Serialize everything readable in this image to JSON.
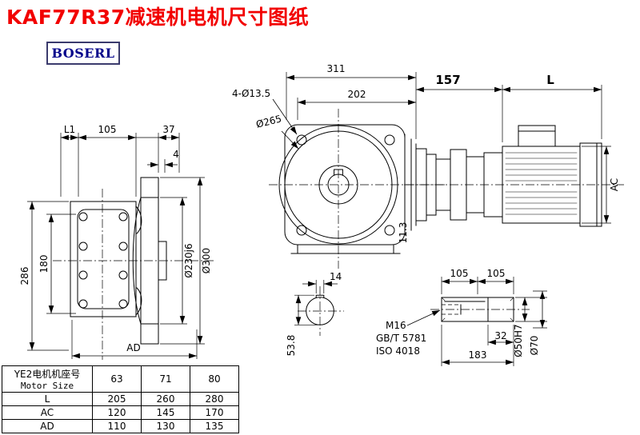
{
  "page": {
    "title": "KAF77R37减速机电机尺寸图纸",
    "logo": "BOSERL",
    "title_color": "#f20000",
    "logo_color": "#00008b",
    "line_color": "#000000"
  },
  "side_view": {
    "dim_L1": "L1",
    "dim_105": "105",
    "dim_37": "37",
    "dim_4": "4",
    "dim_286": "286",
    "dim_180": "180",
    "dim_230": "Ø230j6",
    "dim_300": "Ø300",
    "dim_AD": "AD"
  },
  "front_view": {
    "dim_311": "311",
    "dim_holes": "4-Ø13.5",
    "dim_202": "202",
    "dim_265": "Ø265",
    "dim_157": "157",
    "dim_L": "L",
    "dim_AC": "AC",
    "dim_11_3": "11.3"
  },
  "shaft_section": {
    "dim_14": "14",
    "dim_53_8": "53.8"
  },
  "shaft_detail": {
    "dim_105a": "105",
    "dim_105b": "105",
    "thread": "M16",
    "std1": "GB/T 5781",
    "std2": "ISO 4018",
    "dim_32": "32",
    "dim_183": "183",
    "dim_50": "Ø50H7",
    "dim_70": "Ø70"
  },
  "table": {
    "header_cn": "YE2电机机座号",
    "header_en": "Motor Size",
    "columns": [
      "63",
      "71",
      "80"
    ],
    "rows": [
      {
        "label": "L",
        "values": [
          "205",
          "260",
          "280"
        ]
      },
      {
        "label": "AC",
        "values": [
          "120",
          "145",
          "170"
        ]
      },
      {
        "label": "AD",
        "values": [
          "110",
          "130",
          "135"
        ]
      }
    ]
  }
}
